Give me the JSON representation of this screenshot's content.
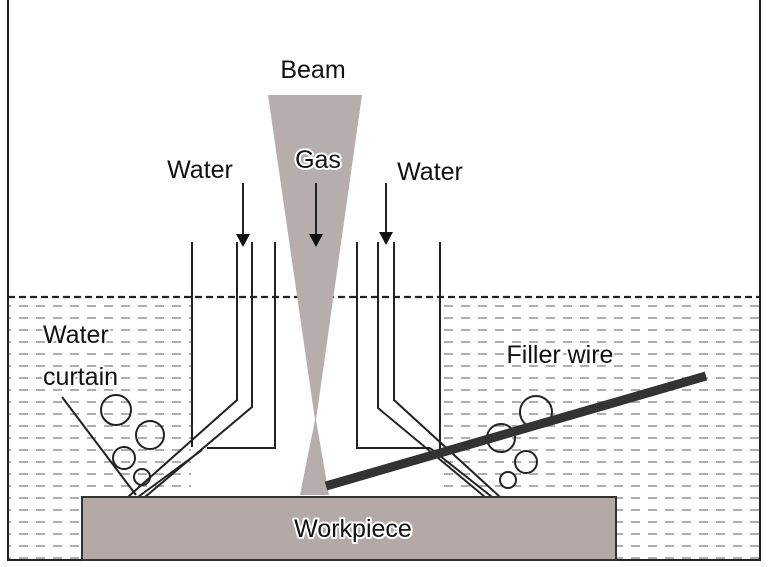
{
  "labels": {
    "beam": "Beam",
    "gas": "Gas",
    "water_left": "Water",
    "water_right": "Water",
    "water_curtain_line1": "Water",
    "water_curtain_line2": "curtain",
    "filler_wire": "Filler wire",
    "workpiece": "Workpiece"
  },
  "colors": {
    "beam": "#b5aeac",
    "workpiece": "#b3aaa8",
    "filler_wire": "#333333",
    "water_dash": "#9a9a9a",
    "line": "#222222"
  }
}
